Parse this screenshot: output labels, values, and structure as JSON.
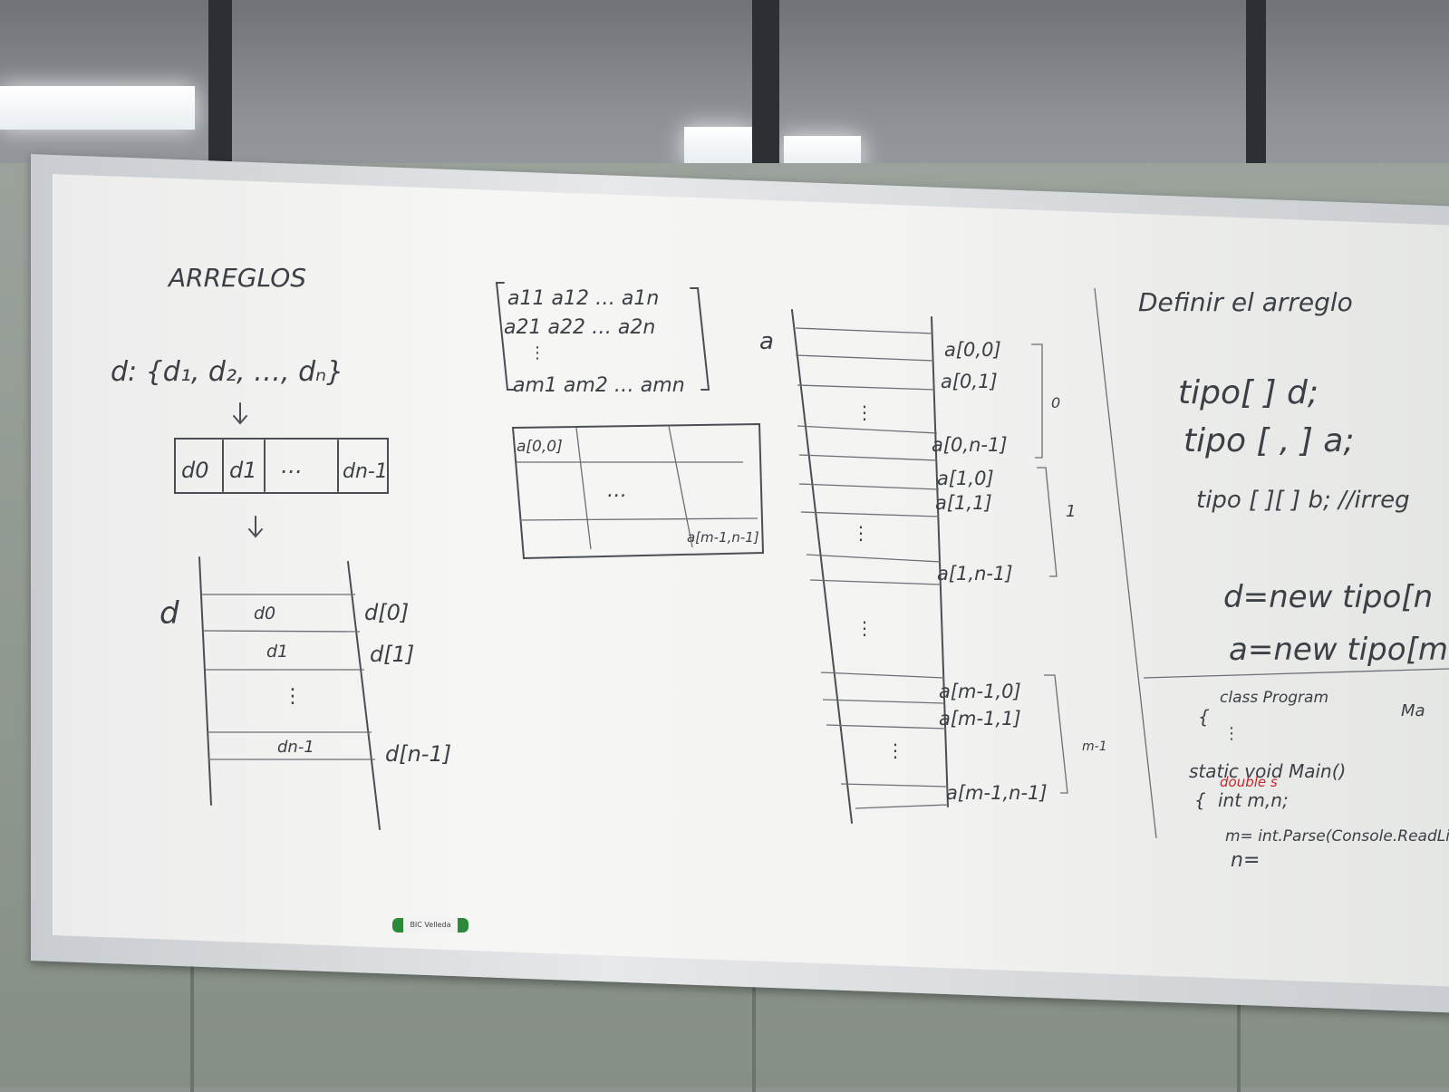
{
  "scene": {
    "marker_label": "BIC Velleda"
  },
  "whiteboard": {
    "title": "ARREGLOS",
    "set_definition": "d: {d₁, d₂, …, dₙ}",
    "vector_cells": [
      "d0",
      "d1",
      "…",
      "dn-1"
    ],
    "stack": {
      "var": "d",
      "cells": [
        "d0",
        "d1",
        "⋮",
        "dn-1"
      ],
      "indices": [
        "d[0]",
        "d[1]",
        "d[n-1]"
      ]
    },
    "matrix": {
      "row1": "a11 a12 … a1n",
      "row2": "a21 a22 … a2n",
      "row3": "am1 am2 … amn",
      "grid_first": "a[0,0]",
      "grid_mid": "…",
      "grid_last": "a[m-1,n-1]"
    },
    "memory": {
      "var": "a",
      "labels": [
        "a[0,0]",
        "a[0,1]",
        "a[0,n-1]",
        "a[1,0]",
        "a[1,1]",
        "a[1,n-1]",
        "a[m-1,0]",
        "a[m-1,1]",
        "a[m-1,n-1]"
      ],
      "groups": [
        "0",
        "1",
        "m-1"
      ]
    },
    "definition": {
      "heading": "Definir el arreglo",
      "line1": "tipo[ ] d;",
      "line2": "tipo [ , ] a;",
      "line3": "tipo [ ][ ] b; //irreg",
      "line4": "d=new tipo[n",
      "line5": "a=new tipo[m"
    },
    "code": {
      "class_line": "class Program",
      "brace": "{",
      "dots": "⋮",
      "main_line": "static void Main()",
      "red_note": "double s",
      "decl_line": "int m,n;",
      "parse_line": "m= int.Parse(Console.ReadLine",
      "n_line": "n=",
      "side": "Ma"
    }
  },
  "colors": {
    "ink": "#3b3f46",
    "red_ink": "#c4262b",
    "board": "#f3f3f1",
    "wall": "#8f988f"
  }
}
